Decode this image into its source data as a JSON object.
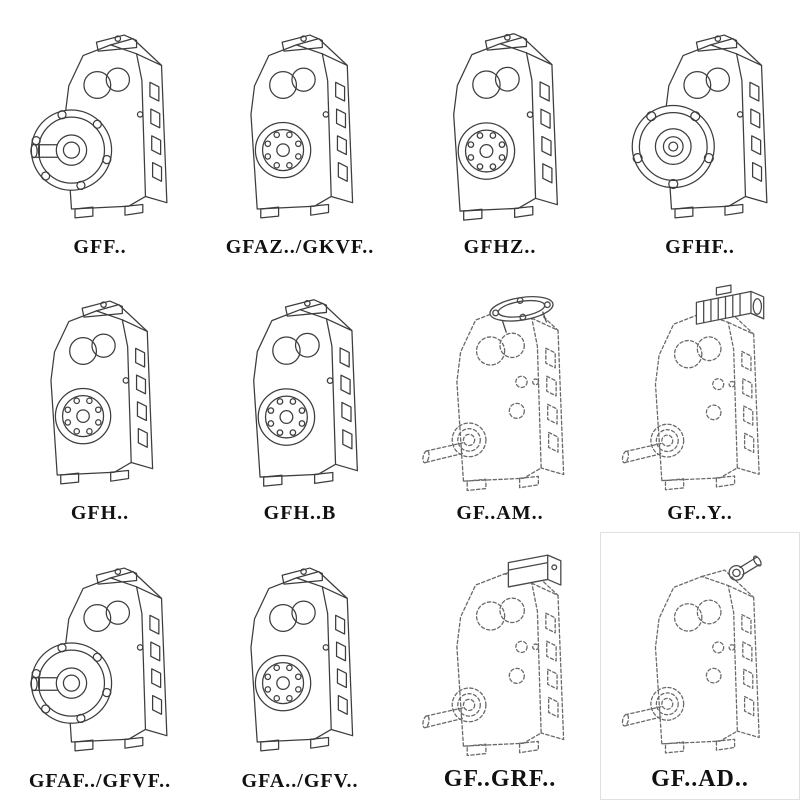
{
  "page": {
    "background": "#ffffff",
    "line_color": "#3d3d3d",
    "dashed_line_color": "#6a6a6a"
  },
  "catalog": {
    "cells": [
      {
        "label": "GFF..",
        "drawing": "gearbox-flange-shaft-solid"
      },
      {
        "label": "GFAZ../GKVF..",
        "drawing": "gearbox-hollow-bore-solid"
      },
      {
        "label": "GFHZ..",
        "drawing": "gearbox-hollow-bore-solid"
      },
      {
        "label": "GFHF..",
        "drawing": "gearbox-flange-solid"
      },
      {
        "label": "GFH..",
        "drawing": "gearbox-hollow-bore-solid"
      },
      {
        "label": "GFH..B",
        "drawing": "gearbox-hollow-bore-solid"
      },
      {
        "label": "GF..AM..",
        "drawing": "gearbox-dashed-top-flange"
      },
      {
        "label": "GF..Y..",
        "drawing": "gearbox-dashed-motor"
      },
      {
        "label": "GFAF../GFVF..",
        "drawing": "gearbox-flange-shaft-solid"
      },
      {
        "label": "GFA../GFV..",
        "drawing": "gearbox-hollow-bore-solid"
      },
      {
        "label": "GF..GRF..",
        "drawing": "gearbox-dashed-input-block"
      },
      {
        "label": "GF..AD..",
        "drawing": "gearbox-dashed-input-shaft"
      }
    ]
  }
}
